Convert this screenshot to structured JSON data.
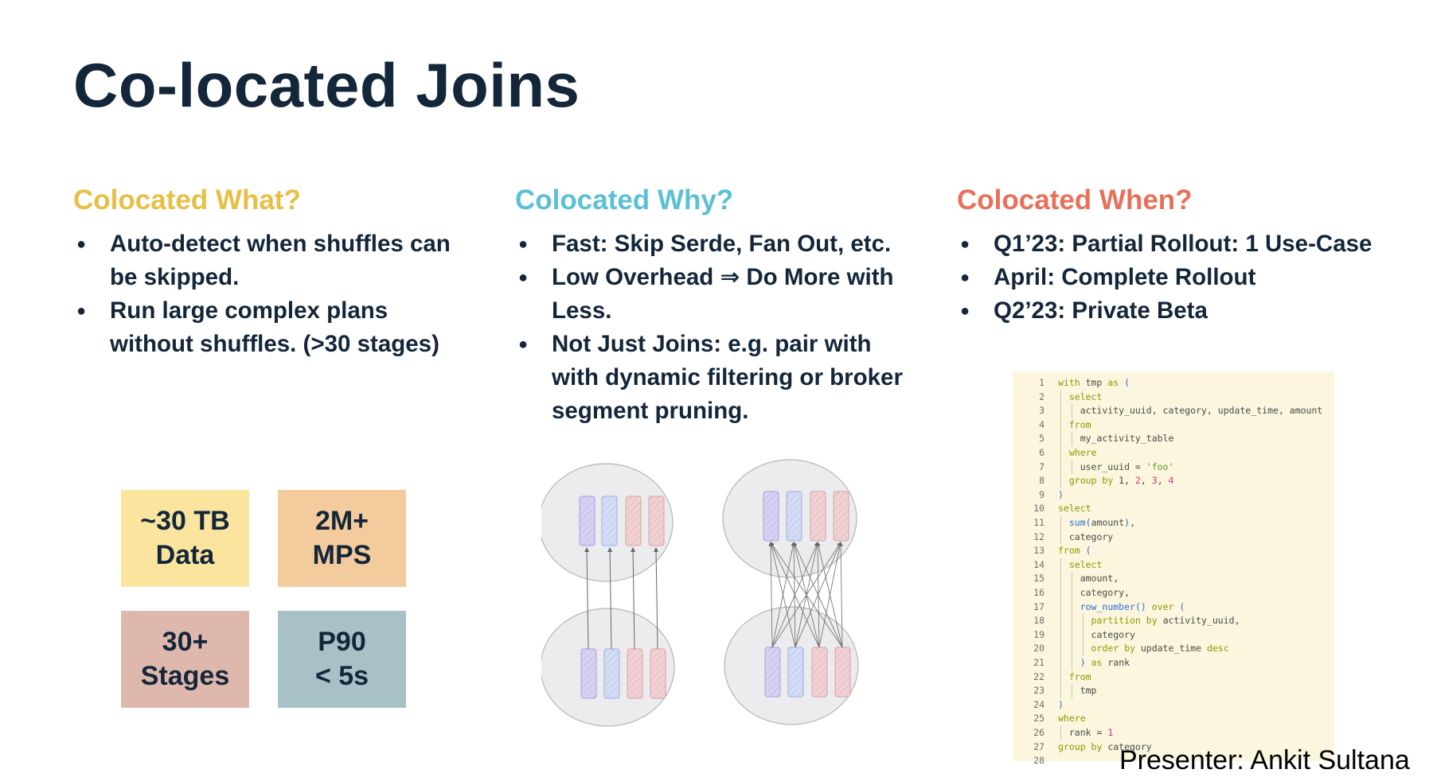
{
  "slide": {
    "title": "Co-located Joins",
    "presenter": "Presenter: Ankit Sultana"
  },
  "columns": [
    {
      "heading": "Colocated What?",
      "color": "#e8bf45",
      "bullets": [
        "Auto-detect when shuffles can be skipped.",
        "Run large complex plans without shuffles. (>30 stages)"
      ]
    },
    {
      "heading": "Colocated Why?",
      "color": "#5bc0d6",
      "bullets": [
        "Fast: Skip Serde, Fan Out, etc.",
        "Low Overhead ⇒ Do More with Less.",
        "Not Just Joins: e.g. pair with with dynamic filtering or broker segment pruning."
      ]
    },
    {
      "heading": "Colocated When?",
      "color": "#e8705a",
      "bullets": [
        "Q1’23: Partial Rollout: 1 Use-Case",
        "April: Complete Rollout",
        "Q2’23: Private Beta"
      ]
    }
  ],
  "stats": [
    {
      "text": "~30 TB\nData",
      "color": "#fbe59e"
    },
    {
      "text": "2M+\nMPS",
      "color": "#f4cb9c"
    },
    {
      "text": "30+\nStages",
      "color": "#dfb8ad"
    },
    {
      "text": "P90\n< 5s",
      "color": "#a8c1c7"
    }
  ],
  "code": [
    "with tmp as (",
    "  select",
    "    activity_uuid, category, update_time, amount",
    "  from",
    "    my_activity_table",
    "  where",
    "    user_uuid = 'foo'",
    "  group by 1, 2, 3, 4",
    ")",
    "select",
    "  sum(amount),",
    "  category",
    "from (",
    "  select",
    "    amount,",
    "    category,",
    "    row_number() over (",
    "      partition by activity_uuid,",
    "      category",
    "      order by update_time desc",
    "    ) as rank",
    "  from",
    "    tmp",
    ")",
    "where",
    "  rank = 1",
    "group by category",
    ""
  ],
  "code_line_numbers": [
    "1",
    "2",
    "3",
    "4",
    "5",
    "6",
    "7",
    "8",
    "9",
    "10",
    "11",
    "12",
    "13",
    "14",
    "15",
    "16",
    "17",
    "18",
    "19",
    "20",
    "21",
    "22",
    "23",
    "24",
    "25",
    "26",
    "27",
    "28"
  ]
}
